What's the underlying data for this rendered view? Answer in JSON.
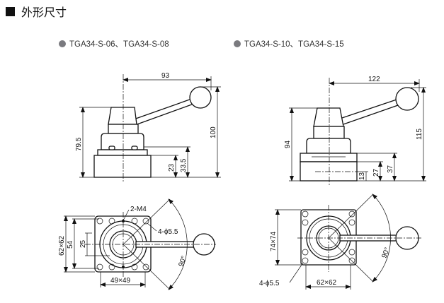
{
  "header": {
    "title": "外形尺寸"
  },
  "colors": {
    "bullet": "#7a7a7f",
    "ink": "#111111"
  },
  "left": {
    "model": "TGA34-S-06、TGA34-S-08",
    "side_dims": {
      "width": "93",
      "height_total": "100",
      "height_body": "79.5",
      "h1": "23",
      "h2": "33.5"
    },
    "top_dims": {
      "thread": "2-M4",
      "holes": "4-ϕ5.5",
      "size": "62×62",
      "pitch_v": "54",
      "port": "25",
      "pitch": "49×49",
      "angle": "90°"
    }
  },
  "right": {
    "model": "TGA34-S-10、TGA34-S-15",
    "side_dims": {
      "width": "122",
      "height_total": "115",
      "height_body": "94",
      "h1": "13",
      "h2": "27",
      "h3": "37"
    },
    "top_dims": {
      "holes": "4-ϕ5.5",
      "size": "74×74",
      "pitch": "62×62",
      "angle": "90°"
    }
  }
}
